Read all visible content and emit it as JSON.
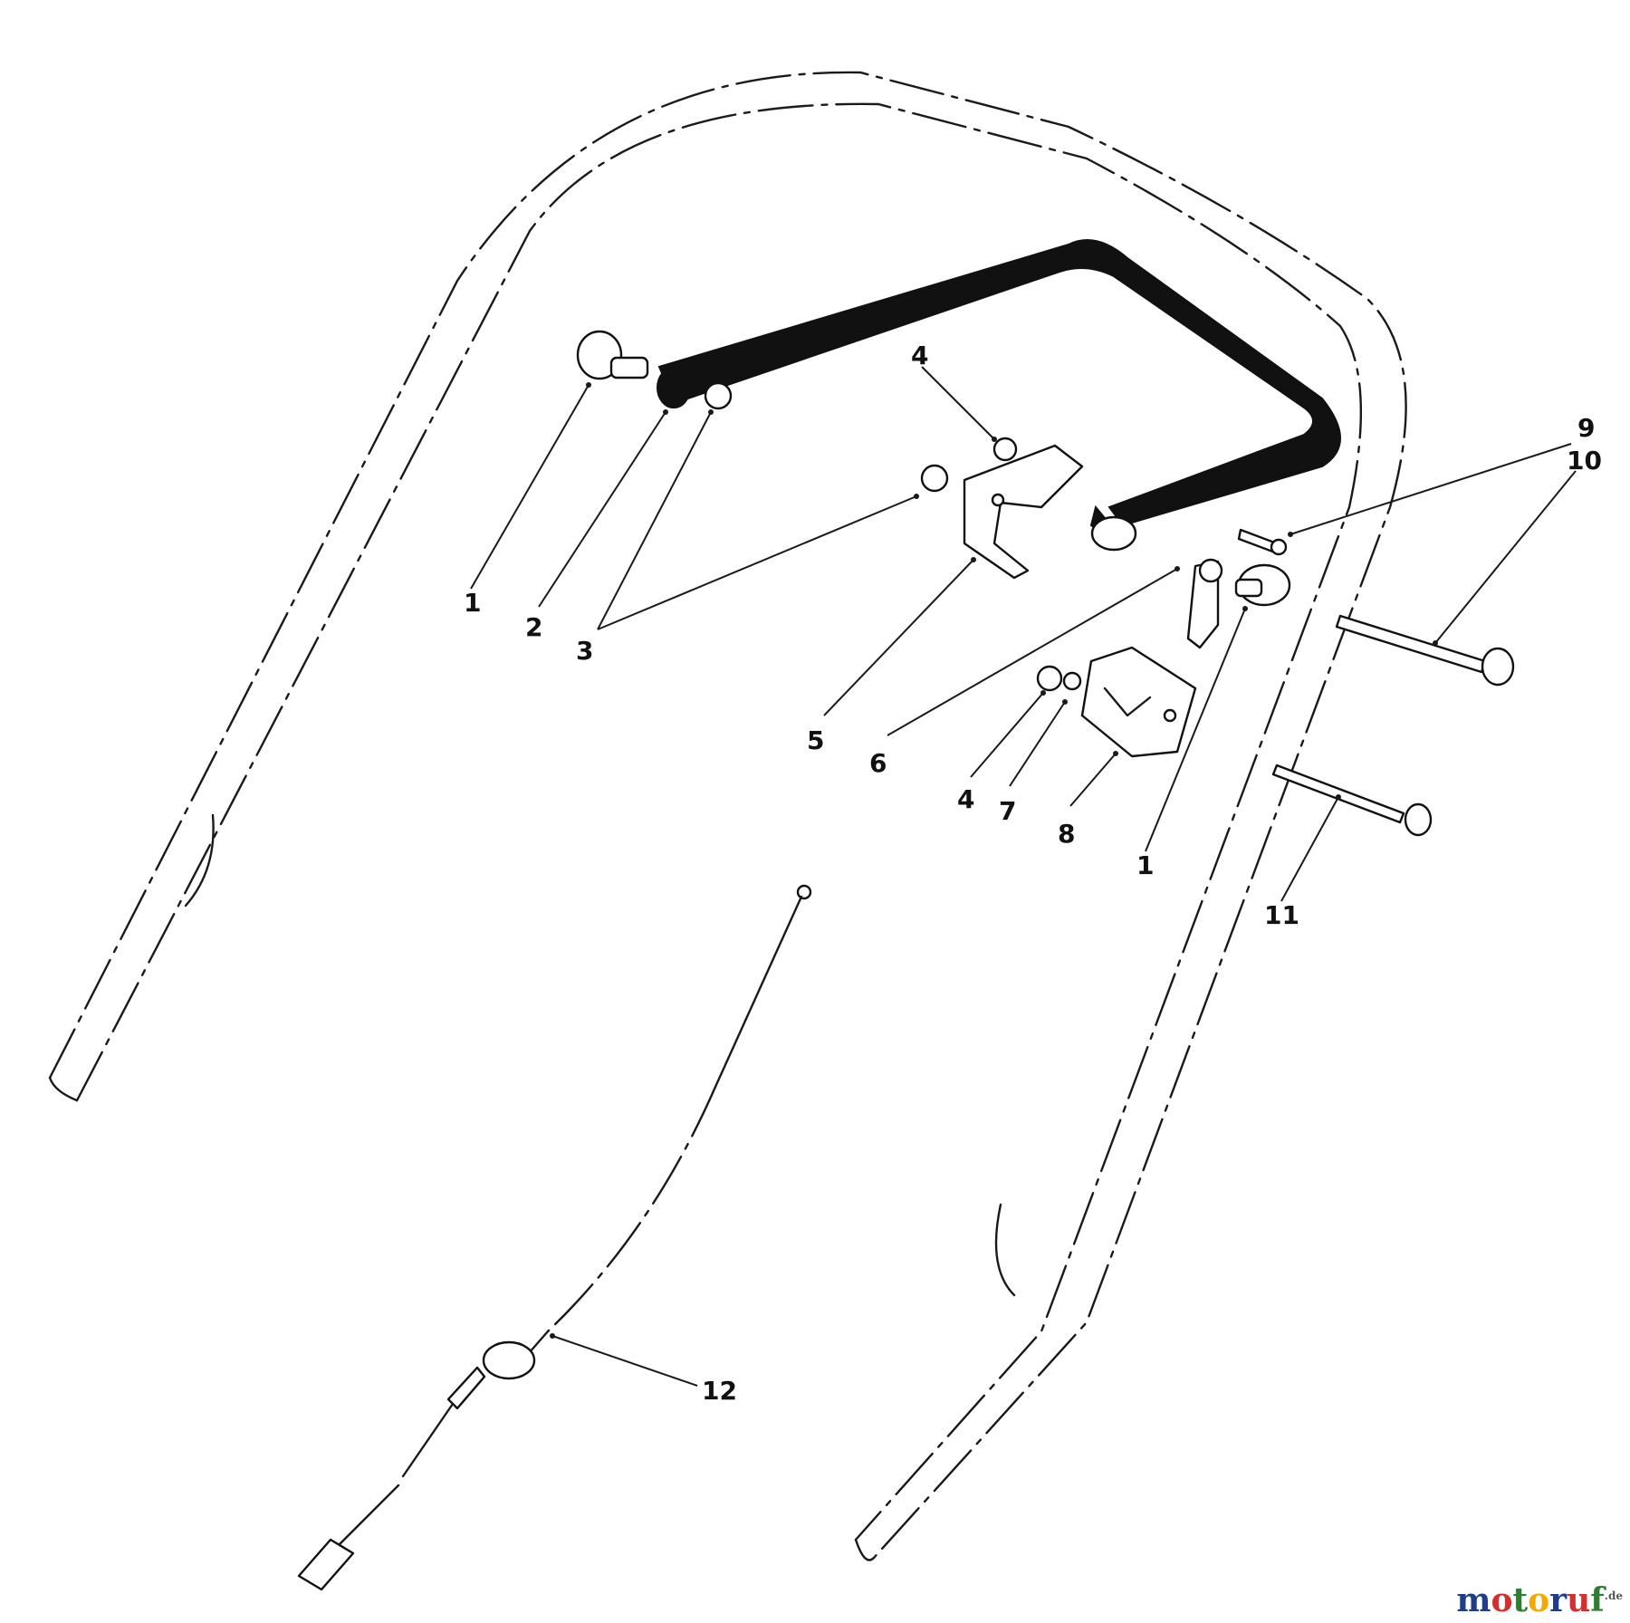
{
  "callouts": {
    "c1a": "1",
    "c1b": "1",
    "c2": "2",
    "c3": "3",
    "c4a": "4",
    "c4b": "4",
    "c5": "5",
    "c6": "6",
    "c7": "7",
    "c8": "8",
    "c9": "9",
    "c10": "10",
    "c11": "11",
    "c12": "12"
  },
  "watermark": {
    "m": "m",
    "o1": "o",
    "t": "t",
    "o2": "o",
    "r": "r",
    "u": "u",
    "f": "f",
    "suffix": ".de"
  },
  "colors": {
    "m": "#1f3d8a",
    "o1": "#d32f2f",
    "t": "#2e7d32",
    "o2": "#f2a900",
    "r": "#1f3d8a",
    "u": "#d32f2f",
    "f": "#2e7d32"
  }
}
